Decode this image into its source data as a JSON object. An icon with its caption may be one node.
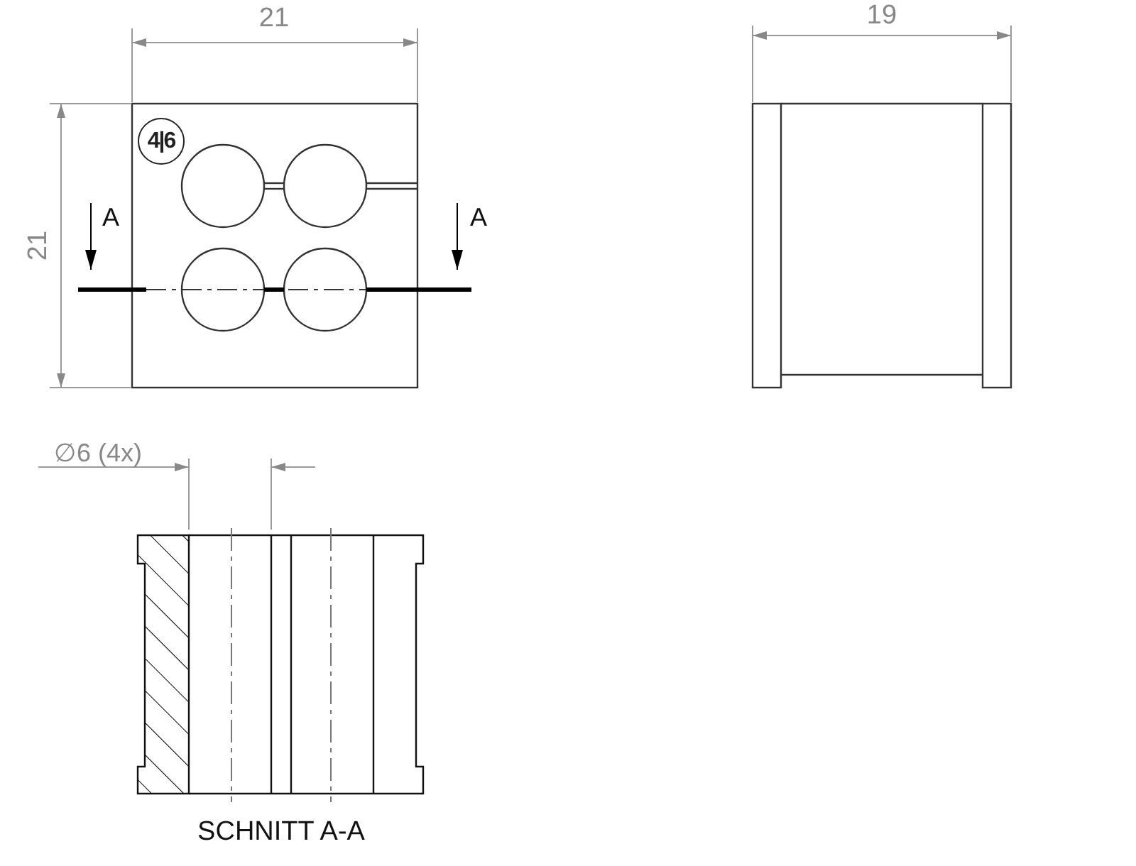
{
  "diagram": {
    "labels": [
      "21",
      "19",
      "4|6",
      "21",
      "A",
      "A",
      "∅6 (4x)",
      "SCHNITT A-A"
    ]
  }
}
